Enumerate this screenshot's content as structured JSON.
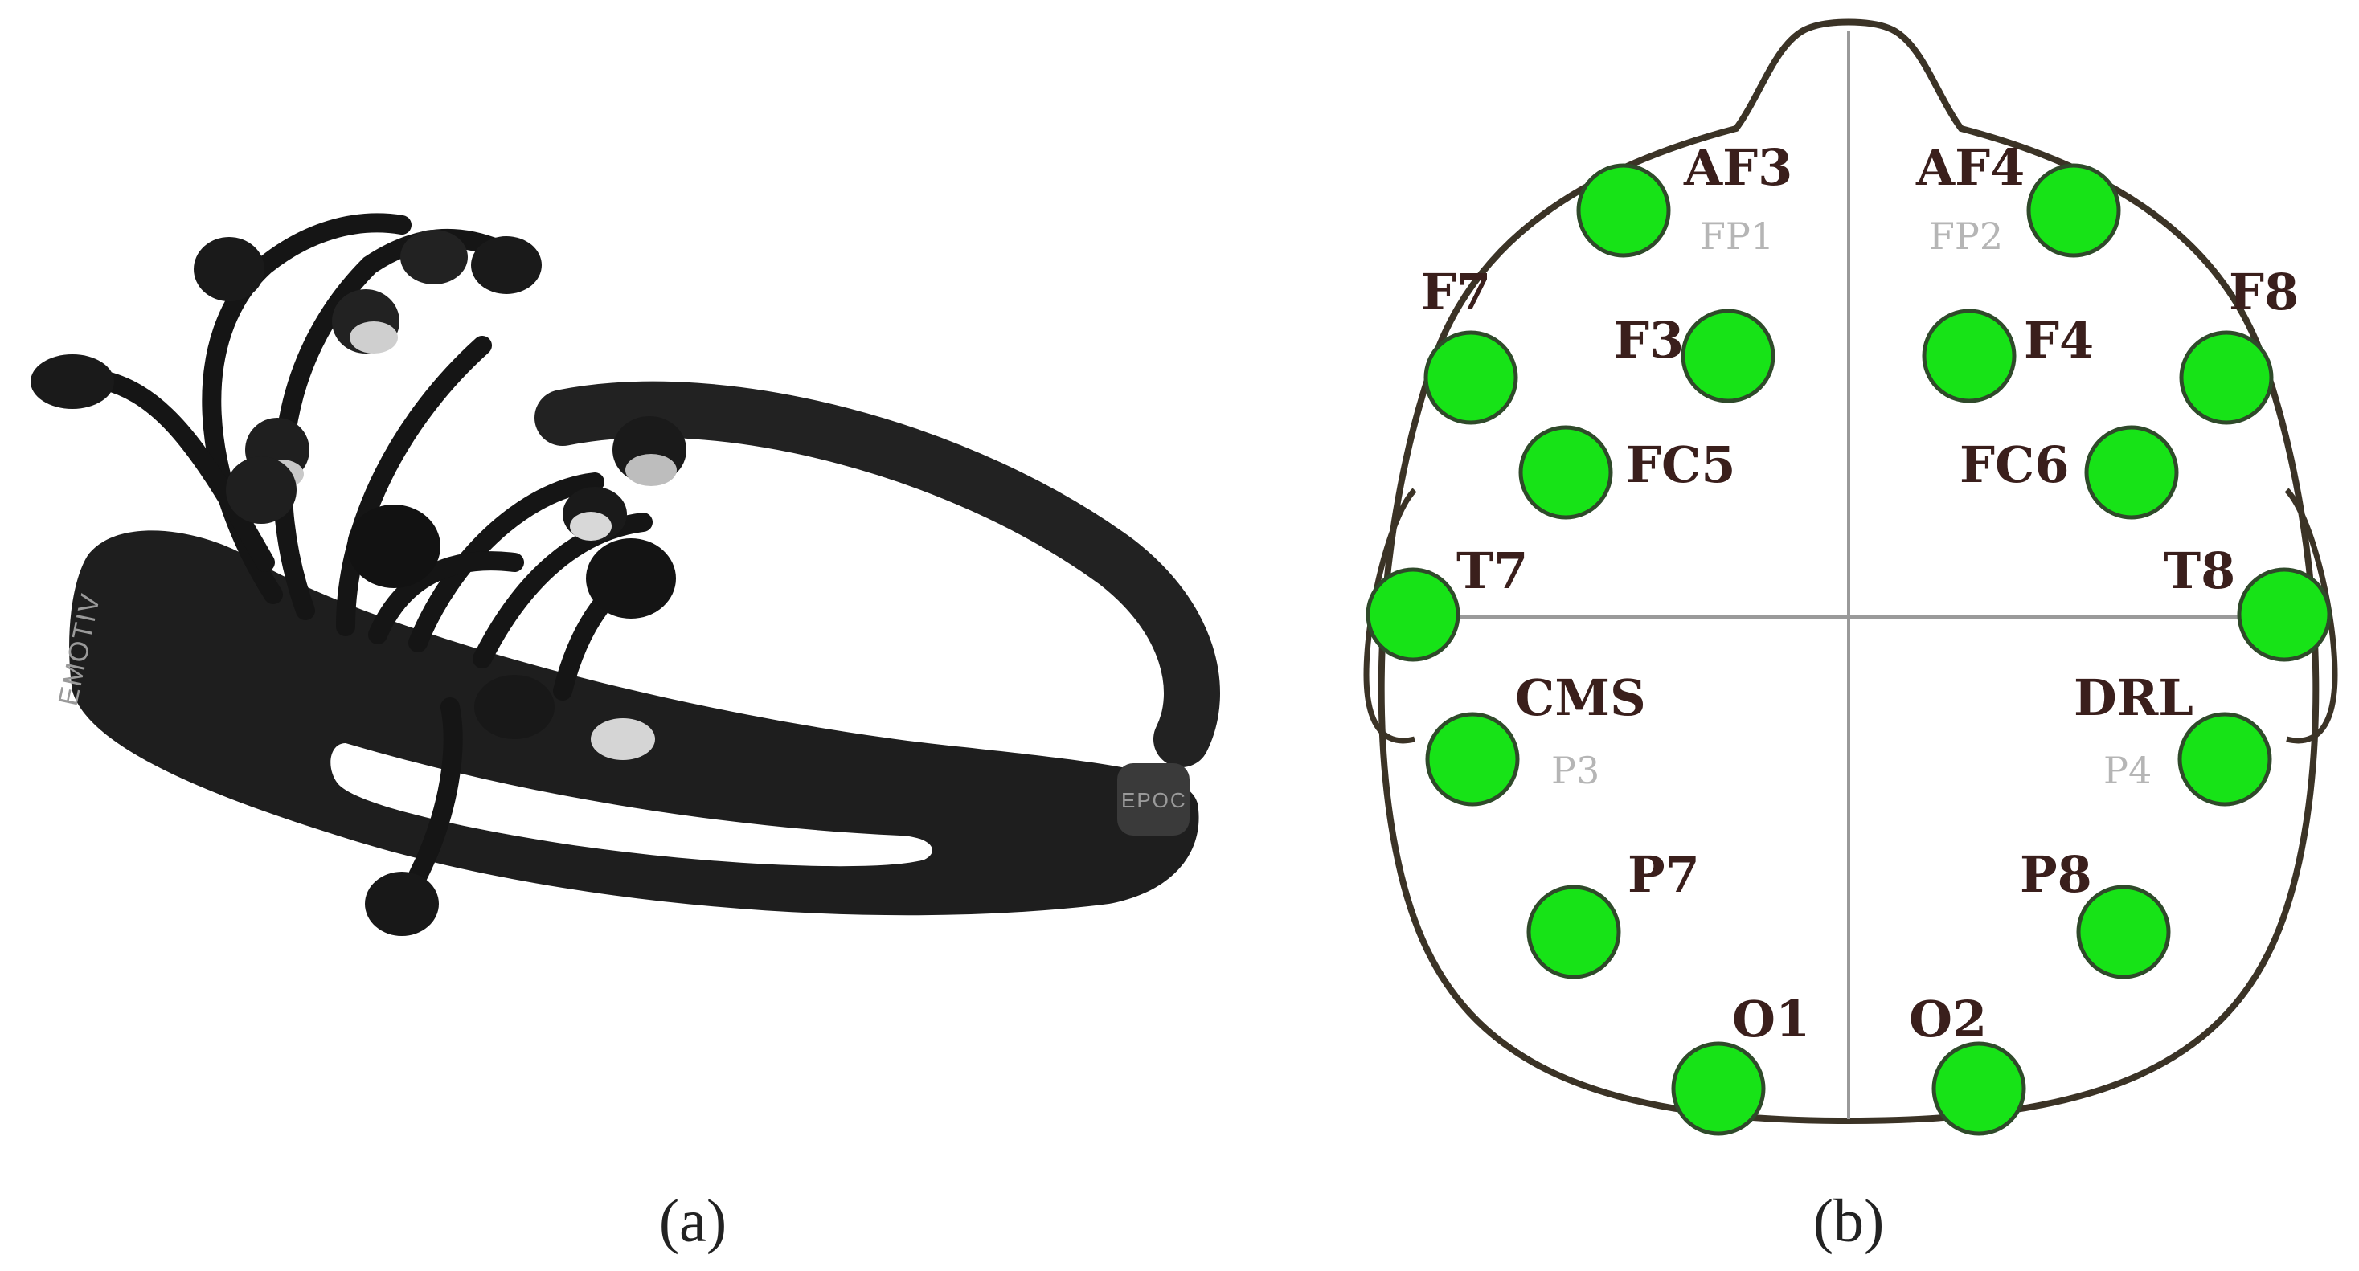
{
  "panels": {
    "a": {
      "caption": "(a)",
      "brand_text": "EMOTIV",
      "side_text": "EPOC",
      "device_color": "#1e1e1e"
    },
    "b": {
      "caption": "(b)",
      "outline_color": "#3b3326",
      "electrode_color": "#17e317",
      "midline_color": "#9a9a9a",
      "electrodes": [
        {
          "id": "AF3",
          "label": "AF3",
          "alt": "FP1"
        },
        {
          "id": "AF4",
          "label": "AF4",
          "alt": "FP2"
        },
        {
          "id": "F7",
          "label": "F7",
          "alt": ""
        },
        {
          "id": "F3",
          "label": "F3",
          "alt": ""
        },
        {
          "id": "F4",
          "label": "F4",
          "alt": ""
        },
        {
          "id": "F8",
          "label": "F8",
          "alt": ""
        },
        {
          "id": "FC5",
          "label": "FC5",
          "alt": ""
        },
        {
          "id": "FC6",
          "label": "FC6",
          "alt": ""
        },
        {
          "id": "T7",
          "label": "T7",
          "alt": ""
        },
        {
          "id": "T8",
          "label": "T8",
          "alt": ""
        },
        {
          "id": "CMS",
          "label": "CMS",
          "alt": "P3"
        },
        {
          "id": "DRL",
          "label": "DRL",
          "alt": "P4"
        },
        {
          "id": "P7",
          "label": "P7",
          "alt": ""
        },
        {
          "id": "P8",
          "label": "P8",
          "alt": ""
        },
        {
          "id": "O1",
          "label": "O1",
          "alt": ""
        },
        {
          "id": "O2",
          "label": "O2",
          "alt": ""
        }
      ]
    }
  }
}
